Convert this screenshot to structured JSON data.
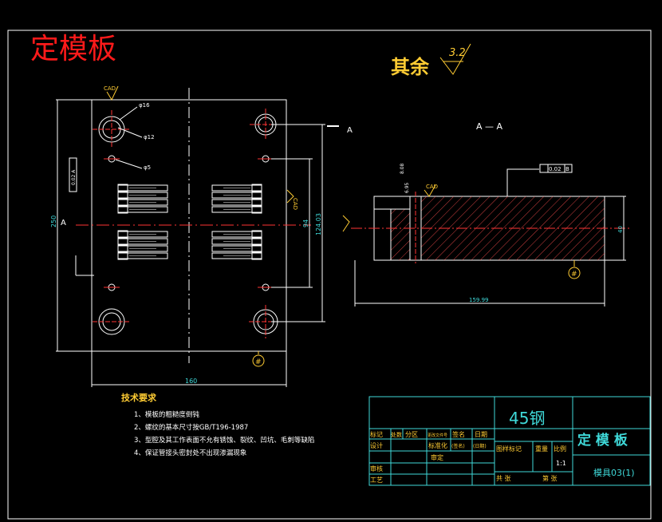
{
  "drawing": {
    "header_title": "定模板",
    "roughness_label": "其余",
    "roughness_value": "3.2",
    "cad_mark": "CAD",
    "section_mark": "A",
    "section_title": "A — A",
    "flatness_tol": "0.02",
    "flatness_datum": "B",
    "datum_symbol": "#",
    "dims": {
      "d16": "φ16",
      "d12": "φ12",
      "d5": "φ5",
      "h250": "250",
      "w160": "160",
      "v94": "94",
      "v124": "124.03",
      "sec_len": "159.99",
      "sec_h": "40",
      "sec_top": "6.95",
      "sec_top2": "8.08",
      "tol_side": "0.02 A"
    }
  },
  "tech": {
    "title": "技术要求",
    "items": [
      "1、模板的粗糙度倒钝",
      "2、螺纹的基本尺寸按GB/T196-1987",
      "3、型腔及其工作表面不允有锈蚀、裂纹、凹坑、毛刺等缺陷",
      "4、保证管接头密封处不出现渗漏现象"
    ]
  },
  "title_block": {
    "material": "45钢",
    "part_name": "定 模 板",
    "drawing_no": "模具03(1)",
    "scale": "1:1",
    "cells": {
      "mark": "标记",
      "count": "处数",
      "zone": "分区",
      "change_doc": "更改文件号",
      "sign": "签名",
      "date": "日期",
      "design": "设计",
      "standard": "标准化",
      "sign2": "(签名)",
      "date2": "(日期)",
      "stage_mark": "图样标记",
      "weight": "重量",
      "ratio": "比例",
      "review": "审核",
      "process": "工艺",
      "approve": "审定",
      "total": "共  张",
      "sheet": "第  张"
    }
  }
}
